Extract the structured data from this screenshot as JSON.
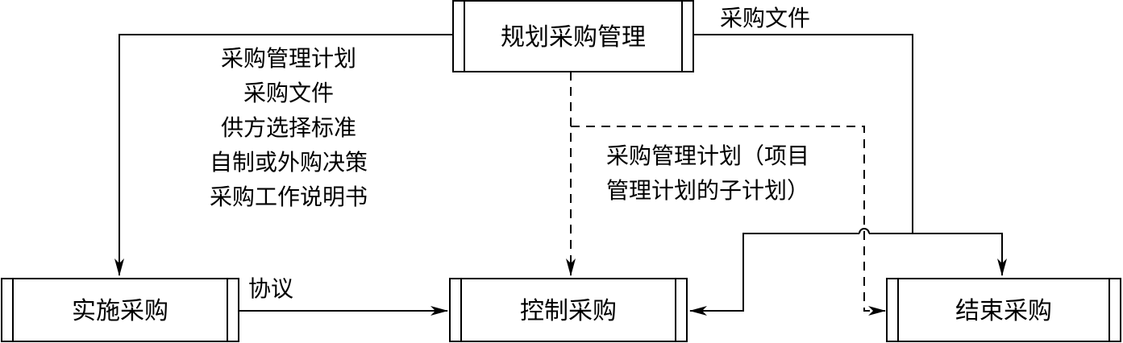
{
  "nodes": {
    "plan": "规划采购管理",
    "conduct": "实施采购",
    "control": "控制采购",
    "close": "结束采购"
  },
  "edges": {
    "plan_to_conduct": [
      "采购管理计划",
      "采购文件",
      "供方选择标准",
      "自制或外购决策",
      "采购工作说明书"
    ],
    "plan_to_close": "采购文件",
    "plan_to_control": [
      "采购管理计划（项目",
      "管理计划的子计划）"
    ],
    "conduct_to_control": "协议"
  }
}
